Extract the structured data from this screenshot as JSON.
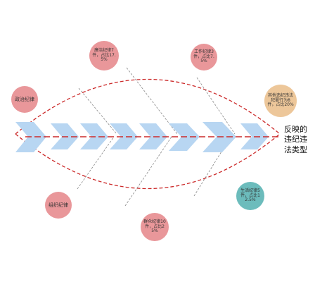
{
  "colors": {
    "spine": "#cc2a2a",
    "contour": "#cc2a2a",
    "bone": "#888888",
    "chevron": "#b8d6f2",
    "pink": "#e9979a",
    "peach": "#edc79a",
    "teal": "#6cbcbc"
  },
  "head": {
    "label": "反映的违纪违法类型"
  },
  "categories": [
    {
      "text": "政治纪律",
      "color": "pink"
    },
    {
      "text": "廉洁纪律7件，占比17.5%",
      "color": "pink"
    },
    {
      "text": "工作纪律3件，占比7.5%",
      "color": "pink"
    },
    {
      "text": "其他违纪违法犯罪行为8件，占比20%",
      "color": "peach"
    },
    {
      "text": "组织纪律",
      "color": "pink"
    },
    {
      "text": "群众纪律10件，占比25%",
      "color": "pink"
    },
    {
      "text": "生活纪律5件，占比12.5%",
      "color": "teal"
    }
  ]
}
